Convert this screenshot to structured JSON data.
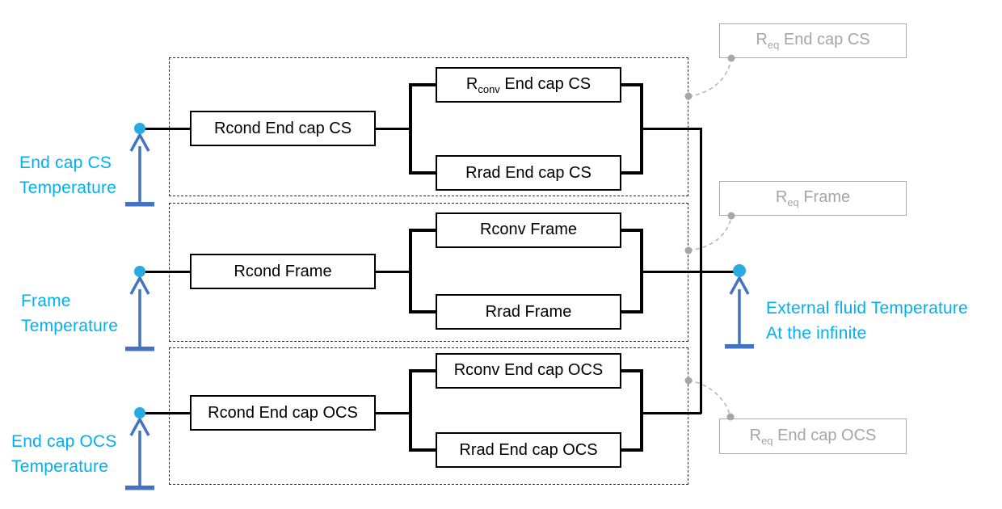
{
  "colors": {
    "node_cyan": "#29ABE2",
    "label_cyan": "#00B0F0",
    "arrow_blue": "#4472C4",
    "equivalent_gray": "#A6A6A6",
    "line_black": "#000000"
  },
  "sections": [
    {
      "name": "End cap CS",
      "temp_label": {
        "line1": "End cap CS",
        "line2": "Temperature"
      },
      "rcond": "Rcond End cap CS",
      "rconv": {
        "pre": "R",
        "sub": "conv",
        "post": " End cap CS"
      },
      "rrad": "Rrad End cap CS",
      "req": {
        "pre": "R",
        "sub": "eq",
        "post": " End cap CS"
      }
    },
    {
      "name": "Frame",
      "temp_label": {
        "line1": "Frame",
        "line2": "Temperature"
      },
      "rcond": "Rcond Frame",
      "rconv": {
        "pre": "Rconv Frame",
        "sub": "",
        "post": ""
      },
      "rrad": "Rrad Frame",
      "req": {
        "pre": "R",
        "sub": "eq",
        "post": " Frame"
      }
    },
    {
      "name": "End cap OCS",
      "temp_label": {
        "line1": "End cap OCS",
        "line2": "Temperature"
      },
      "rcond": "Rcond End cap OCS",
      "rconv": {
        "pre": "Rconv End cap OCS",
        "sub": "",
        "post": ""
      },
      "rrad": "Rrad End cap OCS",
      "req": {
        "pre": "R",
        "sub": "eq",
        "post": " End cap OCS"
      }
    }
  ],
  "external_label": {
    "line1": "External fluid Temperature",
    "line2": "At the infinite"
  }
}
